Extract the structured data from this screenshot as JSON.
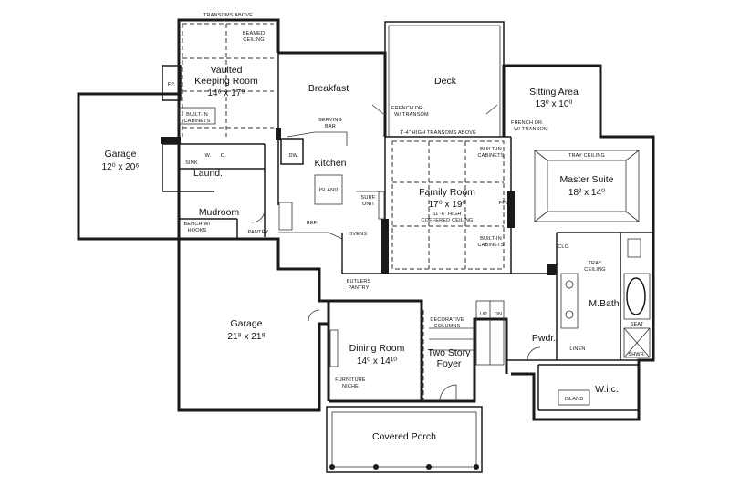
{
  "rooms": {
    "vaulted_keeping_room": {
      "name_line1": "Vaulted",
      "name_line2": "Keeping Room",
      "dim": "14⁶ x 17⁹"
    },
    "breakfast": {
      "name": "Breakfast"
    },
    "deck": {
      "name": "Deck"
    },
    "sitting_area": {
      "name": "Sitting Area",
      "dim": "13⁰ x 10⁰"
    },
    "garage_small": {
      "name": "Garage",
      "dim": "12⁰ x 20⁶"
    },
    "laundry": {
      "name": "Laund."
    },
    "kitchen": {
      "name": "Kitchen"
    },
    "family_room": {
      "name": "Family Room",
      "dim": "17⁰ x 19⁰"
    },
    "master_suite": {
      "name": "Master Suite",
      "dim": "18² x 14⁰"
    },
    "mudroom": {
      "name": "Mudroom"
    },
    "garage_large": {
      "name": "Garage",
      "dim": "21⁹ x 21⁸"
    },
    "dining_room": {
      "name": "Dining Room",
      "dim": "14⁰ x 14¹⁰"
    },
    "two_story_foyer": {
      "name_line1": "Two Story",
      "name_line2": "Foyer"
    },
    "master_bath": {
      "name": "M.Bath"
    },
    "powder": {
      "name": "Pwdr."
    },
    "wic": {
      "name": "W.i.c."
    },
    "covered_porch": {
      "name": "Covered Porch"
    }
  },
  "notes": {
    "transoms_above": "TRANSOMS ABOVE",
    "beamed_ceiling_1": "BEAMED",
    "beamed_ceiling_2": "CEILING",
    "fp_keeping": "FP.",
    "builtin_cabinets_keeping_1": "BUILT-IN",
    "builtin_cabinets_keeping_2": "CABINETS",
    "serving_bar_1": "SERVING",
    "serving_bar_2": "BAR",
    "dw": "DW.",
    "island_kitchen": "ISLAND",
    "surf_unit_1": "SURF.",
    "surf_unit_2": "UNIT",
    "ref": "REF.",
    "ovens": "OVENS",
    "sink": "SINK",
    "washer": "W.",
    "dryer": "D.",
    "bench_hooks_1": "BENCH W/",
    "bench_hooks_2": "HOOKS",
    "pantry": "PANTRY",
    "butlers_pantry_1": "BUTLERS",
    "butlers_pantry_2": "PANTRY",
    "french_dr_deck_1": "FRENCH DR.",
    "french_dr_deck_2": "W/ TRANSOM",
    "french_dr_sitting_1": "FRENCH DR.",
    "french_dr_sitting_2": "W/ TRANSOM",
    "high_transoms": "1'-4\" HIGH TRANSOMS ABOVE",
    "builtin_cabinets_family_top_1": "BUILT-IN",
    "builtin_cabinets_family_top_2": "CABINETS",
    "builtin_cabinets_family_bottom_1": "BUILT-IN",
    "builtin_cabinets_family_bottom_2": "CABINETS",
    "fpl_family": "FPL.",
    "coffered_ceiling_1": "11'-6\" HIGH",
    "coffered_ceiling_2": "COFFERED CEILING",
    "tray_ceiling_master": "TRAY CEILING",
    "clo": "CLO.",
    "tray_ceiling_bath_1": "TRAY",
    "tray_ceiling_bath_2": "CEILING",
    "seat": "SEAT",
    "shwr": "SHWR.",
    "linen": "LINEN",
    "decorative_columns_1": "DECORATIVE",
    "decorative_columns_2": "COLUMNS",
    "stairs_up": "UP",
    "stairs_dn": "DN",
    "furniture_niche_1": "FURNITURE",
    "furniture_niche_2": "NICHE",
    "island_wic": "ISLAND"
  }
}
